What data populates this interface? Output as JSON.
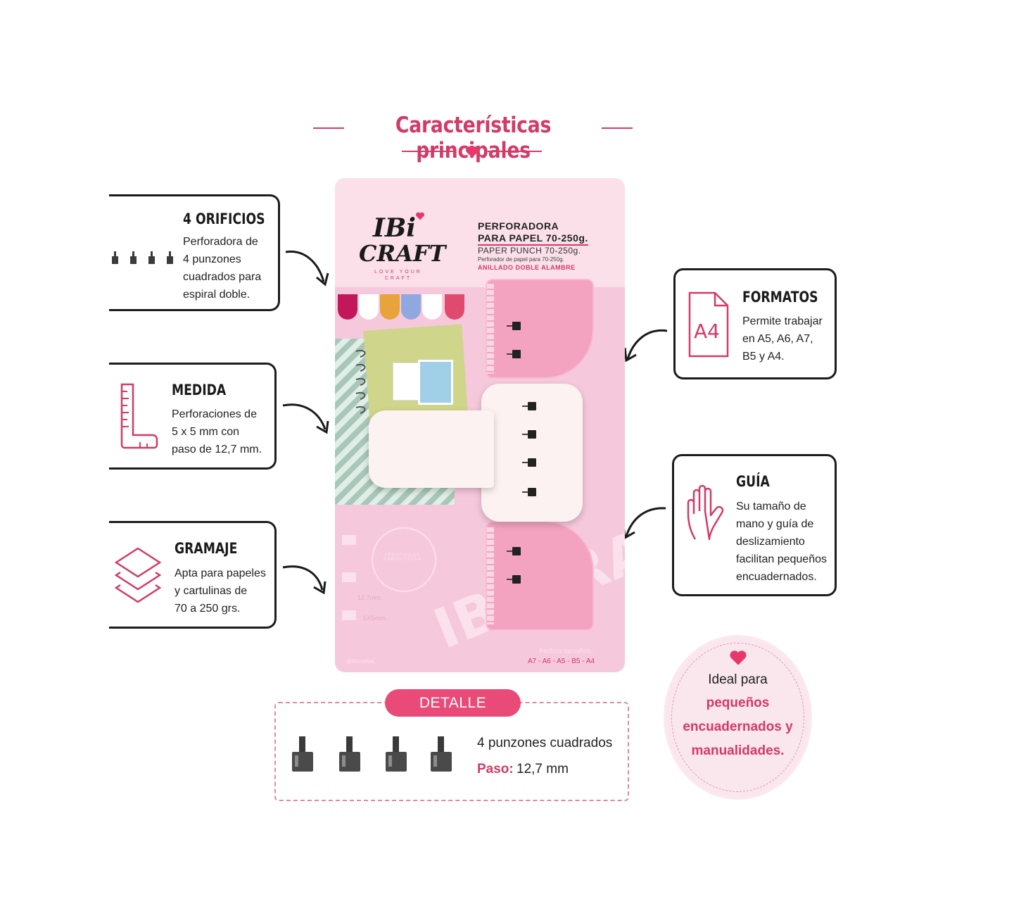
{
  "header": {
    "title": "Características principales"
  },
  "features": {
    "orificios": {
      "title": "4 ORIFICIOS",
      "desc": [
        "Perforadora de",
        "4 punzones",
        "cuadrados para",
        "espiral doble."
      ],
      "icon": "four-punches-icon"
    },
    "medida": {
      "title": "MEDIDA",
      "desc": [
        "Perforaciones de",
        "5 x 5 mm con",
        "paso de 12,7 mm."
      ],
      "icon": "ruler-icon"
    },
    "gramaje": {
      "title": "GRAMAJE",
      "desc": [
        "Apta para papeles",
        "y cartulinas de",
        "70 a 250 grs."
      ],
      "icon": "layers-icon"
    },
    "formatos": {
      "title": "FORMATOS",
      "desc": [
        "Permite trabajar",
        "en A5, A6, A7,",
        "B5 y A4."
      ],
      "icon_text": "A4",
      "icon": "a4-document-icon"
    },
    "guia": {
      "title": "GUÍA",
      "desc": [
        "Su tamaño de",
        "mano y guía de",
        "deslizamiento",
        "facilitan pequeños",
        "encuadernados."
      ],
      "icon": "hand-icon"
    }
  },
  "product": {
    "brand_line1": "IBi",
    "brand_line2": "CRAFT",
    "tagline": "LOVE YOUR CRAFT",
    "title1": "PERFORADORA",
    "title2": "PARA PAPEL 70-250g.",
    "sub": "PAPER PUNCH 70-250g.",
    "tiny": "Perforador de papel para 70-250g.",
    "pink": "ANILLADO DOBLE ALAMBRE",
    "measure1": "12.7mm.",
    "measure2": "5X5mm.",
    "seal": "CREATIVIDAD GARANTIZADA",
    "formats_label": "Perfora tamaños:",
    "formats": "A7 - A6 - A5 - B5 - A4",
    "social": "@ibicraftok",
    "watermark": "IBi CRAFT",
    "colors": [
      "#c2185b",
      "#ffffff",
      "#e8a33b",
      "#8fa8e0",
      "#ffffff",
      "#e04a6e"
    ]
  },
  "detail": {
    "label": "DETALLE",
    "line1": "4 punzones cuadrados",
    "paso_label": "Paso:",
    "paso_value": "12,7 mm"
  },
  "ideal": {
    "line1": "Ideal para",
    "line2": "pequeños",
    "line3": "encuadernados y",
    "line4": "manualidades."
  },
  "colors": {
    "accent": "#d33a67",
    "pill": "#ea4a78",
    "card": "#f6c8dc",
    "border": "#1c1c1c"
  }
}
